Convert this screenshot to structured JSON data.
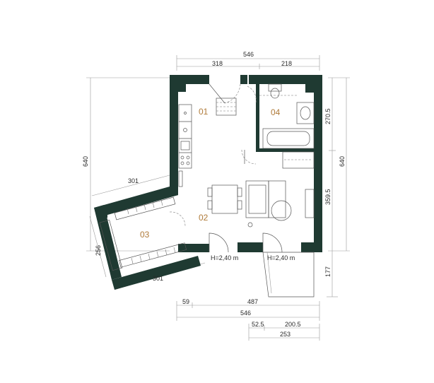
{
  "rooms": [
    {
      "id": "01"
    },
    {
      "id": "02"
    },
    {
      "id": "03"
    },
    {
      "id": "04"
    }
  ],
  "dimensions": {
    "top_total": "546",
    "top_left": "318",
    "top_right": "218",
    "left_height": "640",
    "right_total": "640",
    "right_upper": "270.5",
    "right_lower": "359.5",
    "balcony_depth": "177",
    "wing_top": "301",
    "wing_bottom": "301",
    "wing_side": "256",
    "bottom_a": "59",
    "bottom_b": "487",
    "bottom_total": "546",
    "balcony_a": "52.5",
    "balcony_b": "200.5",
    "balcony_total": "253"
  },
  "openings": {
    "window_left": "H=2,40 m",
    "window_right": "H=2,40 m"
  },
  "colors": {
    "wall": "#1f3a32",
    "room_label": "#b07b3a"
  }
}
